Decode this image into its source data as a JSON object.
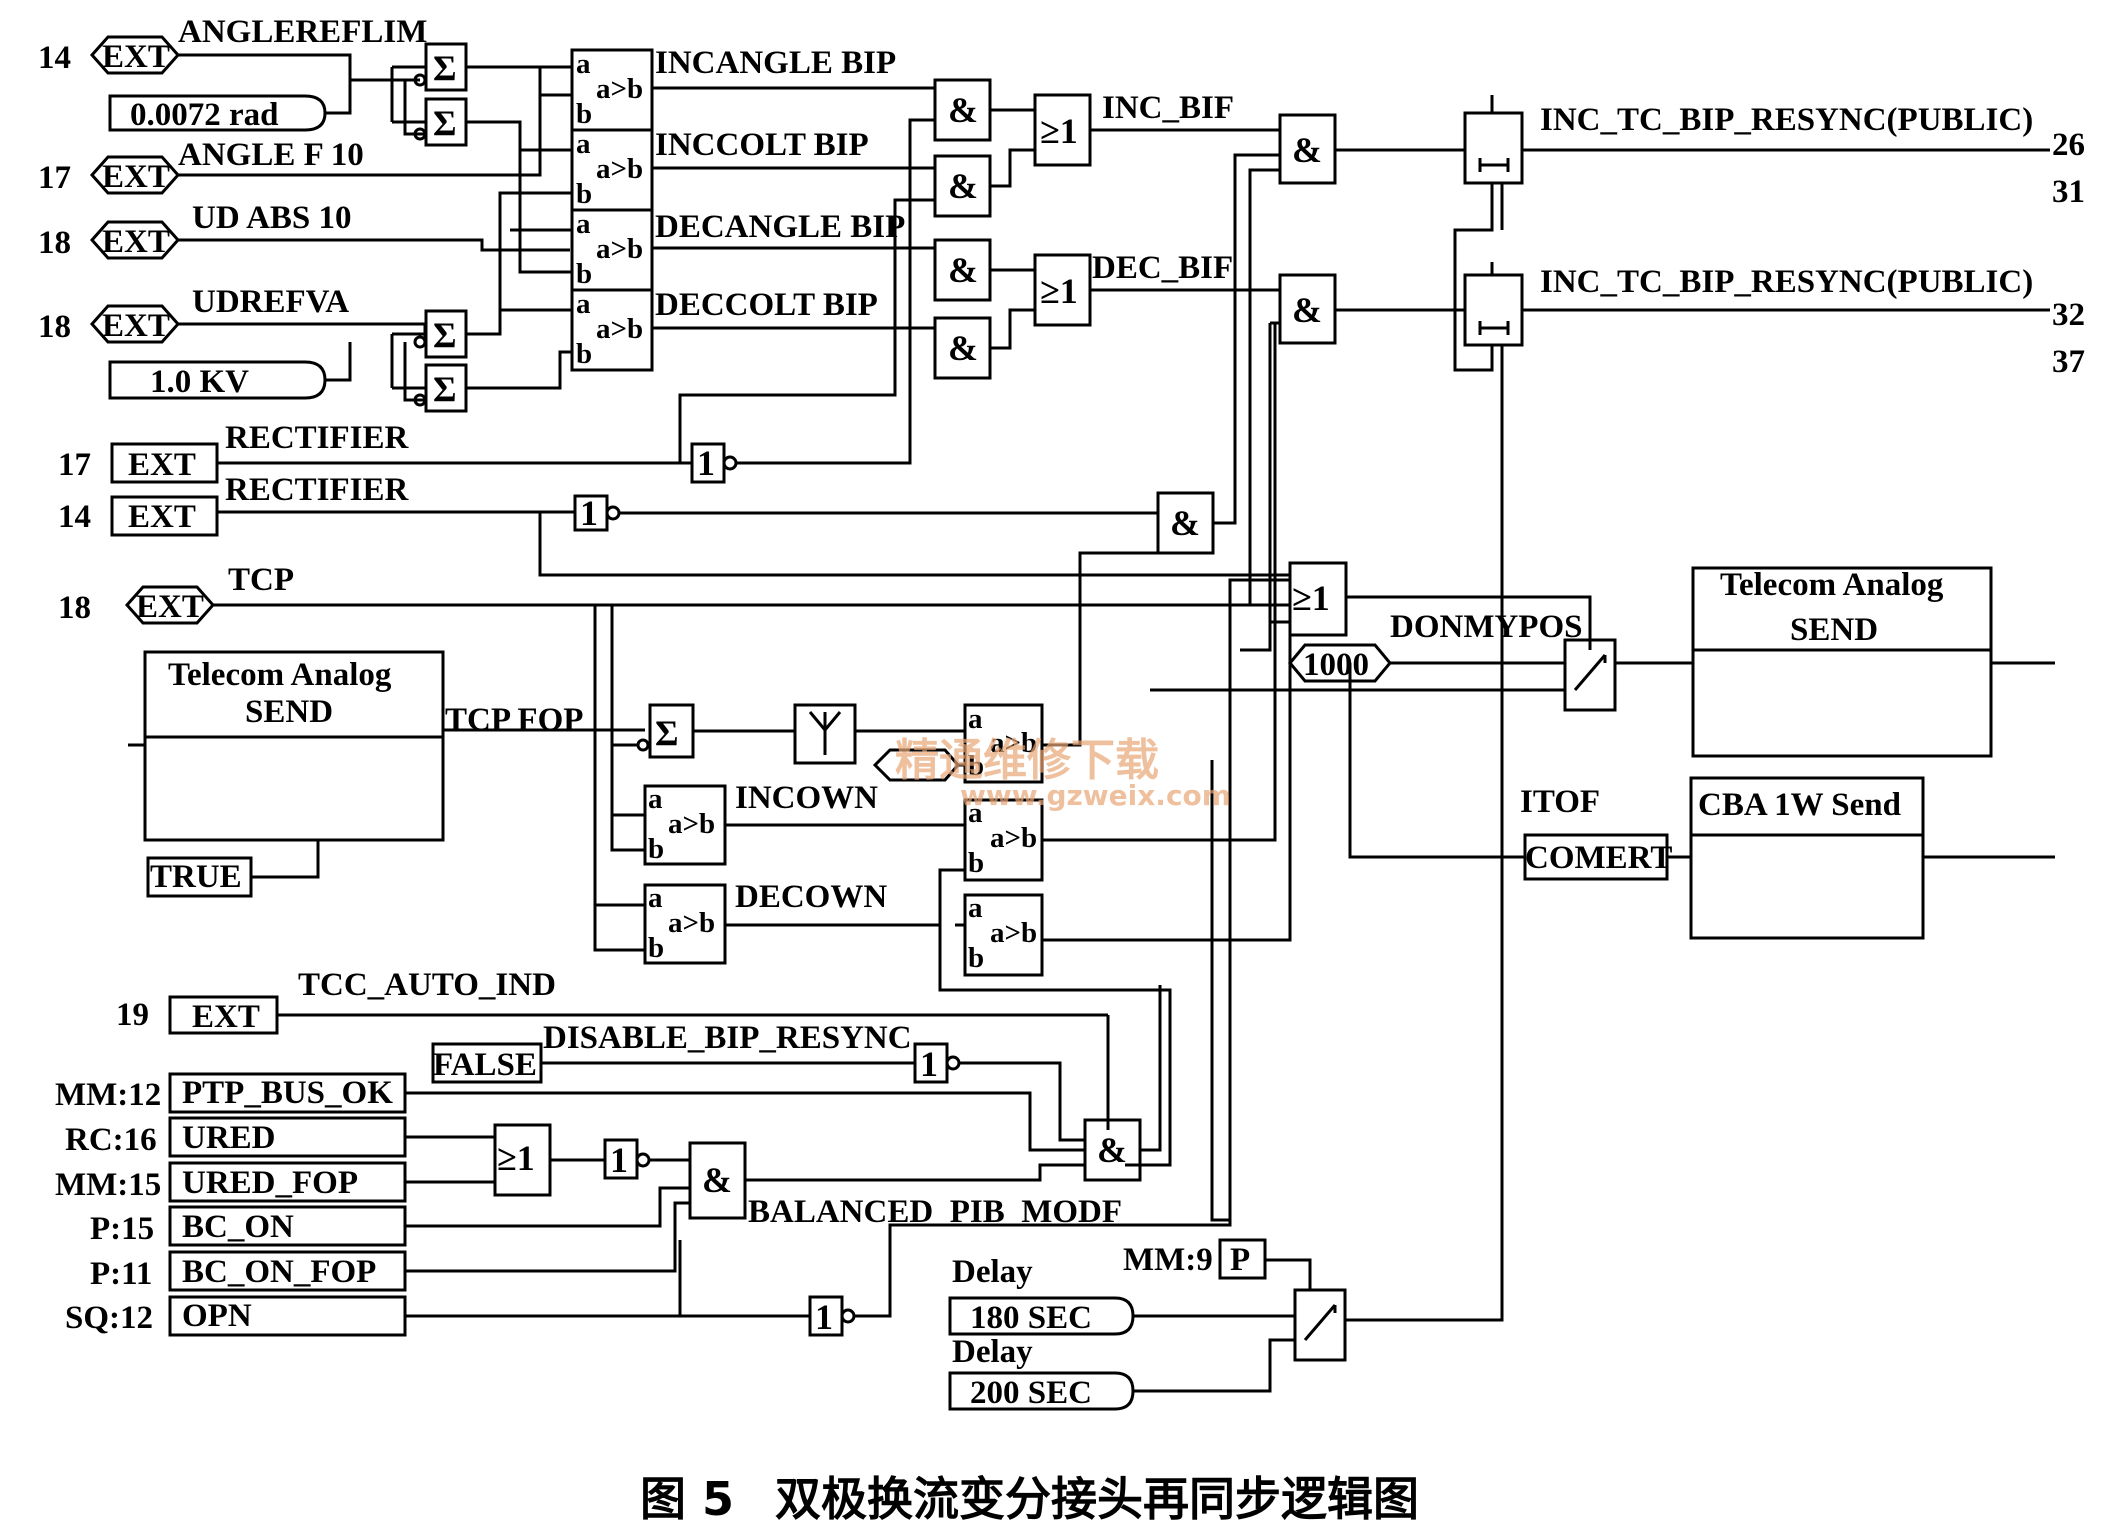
{
  "inputs": {
    "anglereflim": {
      "pin": "14",
      "tag": "EXT",
      "name": "ANGLEREFLIM"
    },
    "rad_const": {
      "value": "0.0072 rad"
    },
    "angle_f10": {
      "pin": "17",
      "tag": "EXT",
      "name": "ANGLE F 10"
    },
    "ud_abs10": {
      "pin": "18",
      "tag": "EXT",
      "name": "UD ABS 10"
    },
    "udrefva": {
      "pin": "18",
      "tag": "EXT",
      "name": "UDREFVA"
    },
    "kv_const": {
      "value": "1.0  KV"
    },
    "rectifier_a": {
      "pin": "17",
      "tag": "EXT",
      "name": "RECTIFIER"
    },
    "rectifier_b": {
      "pin": "14",
      "tag": "EXT",
      "name": "RECTIFIER"
    },
    "tcp": {
      "pin": "18",
      "tag": "EXT",
      "name": "TCP"
    },
    "tcc_auto": {
      "pin": "19",
      "tag": "EXT",
      "name": "TCC_AUTO_IND"
    }
  },
  "signals": {
    "incangle_bip": "INCANGLE BIP",
    "inccolt_bip": "INCCOLT BIP",
    "decangle_bip": "DECANGLE BIP",
    "deccolt_bip": "DECCOLT BIP",
    "inc_bif": "INC_BIF",
    "dec_bif": "DEC_BIF",
    "tcp_fop": "TCP FOP",
    "incown": "INCOWN",
    "decown": "DECOWN",
    "donmypos": "DONMYPOS",
    "itof": "ITOF",
    "disable_bip_resync": "DISABLE_BIP_RESYNC",
    "balanced_pib_modf": "BALANCED_PIB_MODF"
  },
  "outputs": {
    "resync_1": {
      "name": "INC_TC_BIP_RESYNC(PUBLIC)",
      "pins": [
        "26",
        "31"
      ]
    },
    "resync_2": {
      "name": "INC_TC_BIP_RESYNC(PUBLIC)",
      "pins": [
        "32",
        "37"
      ]
    }
  },
  "blocks": {
    "telecom_send_left": {
      "title": "Telecom Analog",
      "subtitle": "SEND"
    },
    "telecom_send_right": {
      "title": "Telecom Analog",
      "subtitle": "SEND"
    },
    "cba_send": {
      "title": "CBA 1W Send"
    },
    "comert": "COMERT",
    "true_const": "TRUE",
    "false_const": "FALSE",
    "const_1000": "1000"
  },
  "left_inputs": [
    {
      "pin": "MM:12",
      "name": "PTP_BUS_OK"
    },
    {
      "pin": "RC:16",
      "name": "URED"
    },
    {
      "pin": "MM:15",
      "name": "URED_FOP"
    },
    {
      "pin": "P:15",
      "name": "BC_ON"
    },
    {
      "pin": "P:11",
      "name": "BC_ON_FOP"
    },
    {
      "pin": "SQ:12",
      "name": "OPN"
    }
  ],
  "timer": {
    "mm9_pin": "MM:9",
    "mm9_tag": "P",
    "delay1_label": "Delay",
    "delay1_value": "180  SEC",
    "delay2_label": "Delay",
    "delay2_value": "200  SEC"
  },
  "gate_symbols": {
    "and": "&",
    "or": "≥1",
    "not": "1",
    "sum": "Σ",
    "cmp": "a>b",
    "a": "a",
    "b": "b"
  },
  "watermark": {
    "cn": "精通维修下载",
    "url": "www.gzweix.com"
  },
  "caption": {
    "number": "图 5",
    "text": "双极换流变分接头再同步逻辑图"
  }
}
